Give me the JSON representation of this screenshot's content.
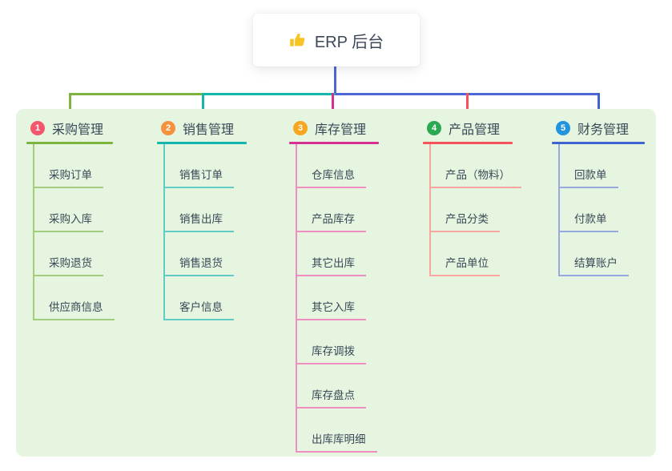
{
  "root": {
    "label": "ERP 后台",
    "icon": "thumbs-up-icon",
    "icon_color": "#f7c325"
  },
  "canvas": {
    "background": "#ffffff",
    "panel_background": "#e5f5df",
    "text_color": "#3c4858",
    "stem_color": "#4d66d5"
  },
  "branches": [
    {
      "num": "1",
      "label": "采购管理",
      "badge_color": "#f4566d",
      "line_color": "#7db43f",
      "child_line_color": "#a3cc7c",
      "children": [
        "采购订单",
        "采购入库",
        "采购退货",
        "供应商信息"
      ]
    },
    {
      "num": "2",
      "label": "销售管理",
      "badge_color": "#f6913e",
      "line_color": "#14b5ad",
      "child_line_color": "#63cbc5",
      "children": [
        "销售订单",
        "销售出库",
        "销售退货",
        "客户信息"
      ]
    },
    {
      "num": "3",
      "label": "库存管理",
      "badge_color": "#f7a61f",
      "line_color": "#d62e93",
      "child_line_color": "#ef8fc1",
      "children": [
        "仓库信息",
        "产品库存",
        "其它出库",
        "其它入库",
        "库存调拨",
        "库存盘点",
        "出库库明细"
      ]
    },
    {
      "num": "4",
      "label": "产品管理",
      "badge_color": "#2aa952",
      "line_color": "#f5525a",
      "child_line_color": "#f9a5a0",
      "children": [
        "产品（物料）",
        "产品分类",
        "产品单位"
      ]
    },
    {
      "num": "5",
      "label": "财务管理",
      "badge_color": "#2095dd",
      "line_color": "#3f63d1",
      "child_line_color": "#98a9e2",
      "children": [
        "回款单",
        "付款单",
        "结算账户"
      ]
    }
  ]
}
